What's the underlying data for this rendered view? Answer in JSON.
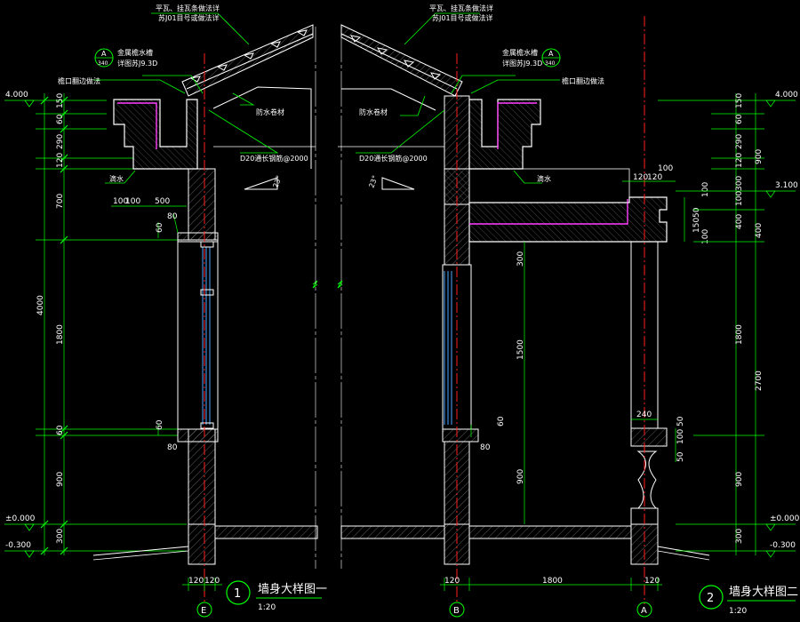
{
  "colors": {
    "background": "#000000",
    "dimension_line": "#00ff00",
    "wall_outline": "#ffffff",
    "axis_line": "#ff2020",
    "membrane": "#ff40ff",
    "glass": "#4aa8ff",
    "leader": "#00ff00"
  },
  "left_detail": {
    "levels": [
      "4.000",
      "±0.000",
      "-0.300"
    ],
    "chain_top": [
      "150",
      "60",
      "290",
      "120",
      "700"
    ],
    "chain_mid": [
      "1800",
      "60",
      "900",
      "300"
    ],
    "overall": "4000",
    "eave_dims": [
      "100",
      "100",
      "500"
    ],
    "sill_dims": [
      "80",
      "60",
      "60",
      "80"
    ],
    "callouts": {
      "ridge_note_1": "平瓦、挂瓦条做法详",
      "ridge_note_2": "苏J01目号或做法详",
      "gutter_title": "金属檐水槽",
      "gutter_ref": "详图苏J9.3D",
      "gutter_index_top": "A",
      "gutter_index_bottom": "340",
      "waterproof": "防水卷材",
      "coping": "檐口翻边做法",
      "drip": "滴水",
      "rebar": "D20通长钢筋@2000",
      "slope": "23°"
    },
    "title": "墙身大样图一",
    "number": "1",
    "scale": "1:20",
    "grid_axis": "E",
    "bottom_dims": [
      "120",
      "120"
    ]
  },
  "right_detail": {
    "levels": [
      "4.000",
      "3.100",
      "±0.000",
      "-0.300"
    ],
    "chain": [
      "150",
      "60",
      "290",
      "120",
      "300",
      "100",
      "400",
      "1800",
      "900",
      "300"
    ],
    "overall": "2700",
    "canopy_dims": [
      "120",
      "120",
      "100",
      "100",
      "50",
      "150",
      "100"
    ],
    "inner_dims": [
      "300",
      "1500",
      "900",
      "60",
      "80",
      "240",
      "50",
      "100",
      "50"
    ],
    "callouts": {
      "ridge_note_1": "平瓦、挂瓦条做法详",
      "ridge_note_2": "苏J01目号或做法详",
      "gutter_title": "金属檐水槽",
      "gutter_ref": "详图苏J9.3D",
      "gutter_index_top": "A",
      "gutter_index_bottom": "340",
      "waterproof": "防水卷材",
      "coping": "檐口翻边做法",
      "drip": "滴水",
      "rebar": "D20通长钢筋@2000",
      "slope": "23°"
    },
    "title": "墙身大样图二",
    "number": "2",
    "scale": "1:20",
    "grid_axes": [
      "B",
      "A"
    ],
    "bottom_dims": [
      "120",
      "1800",
      "120"
    ]
  }
}
